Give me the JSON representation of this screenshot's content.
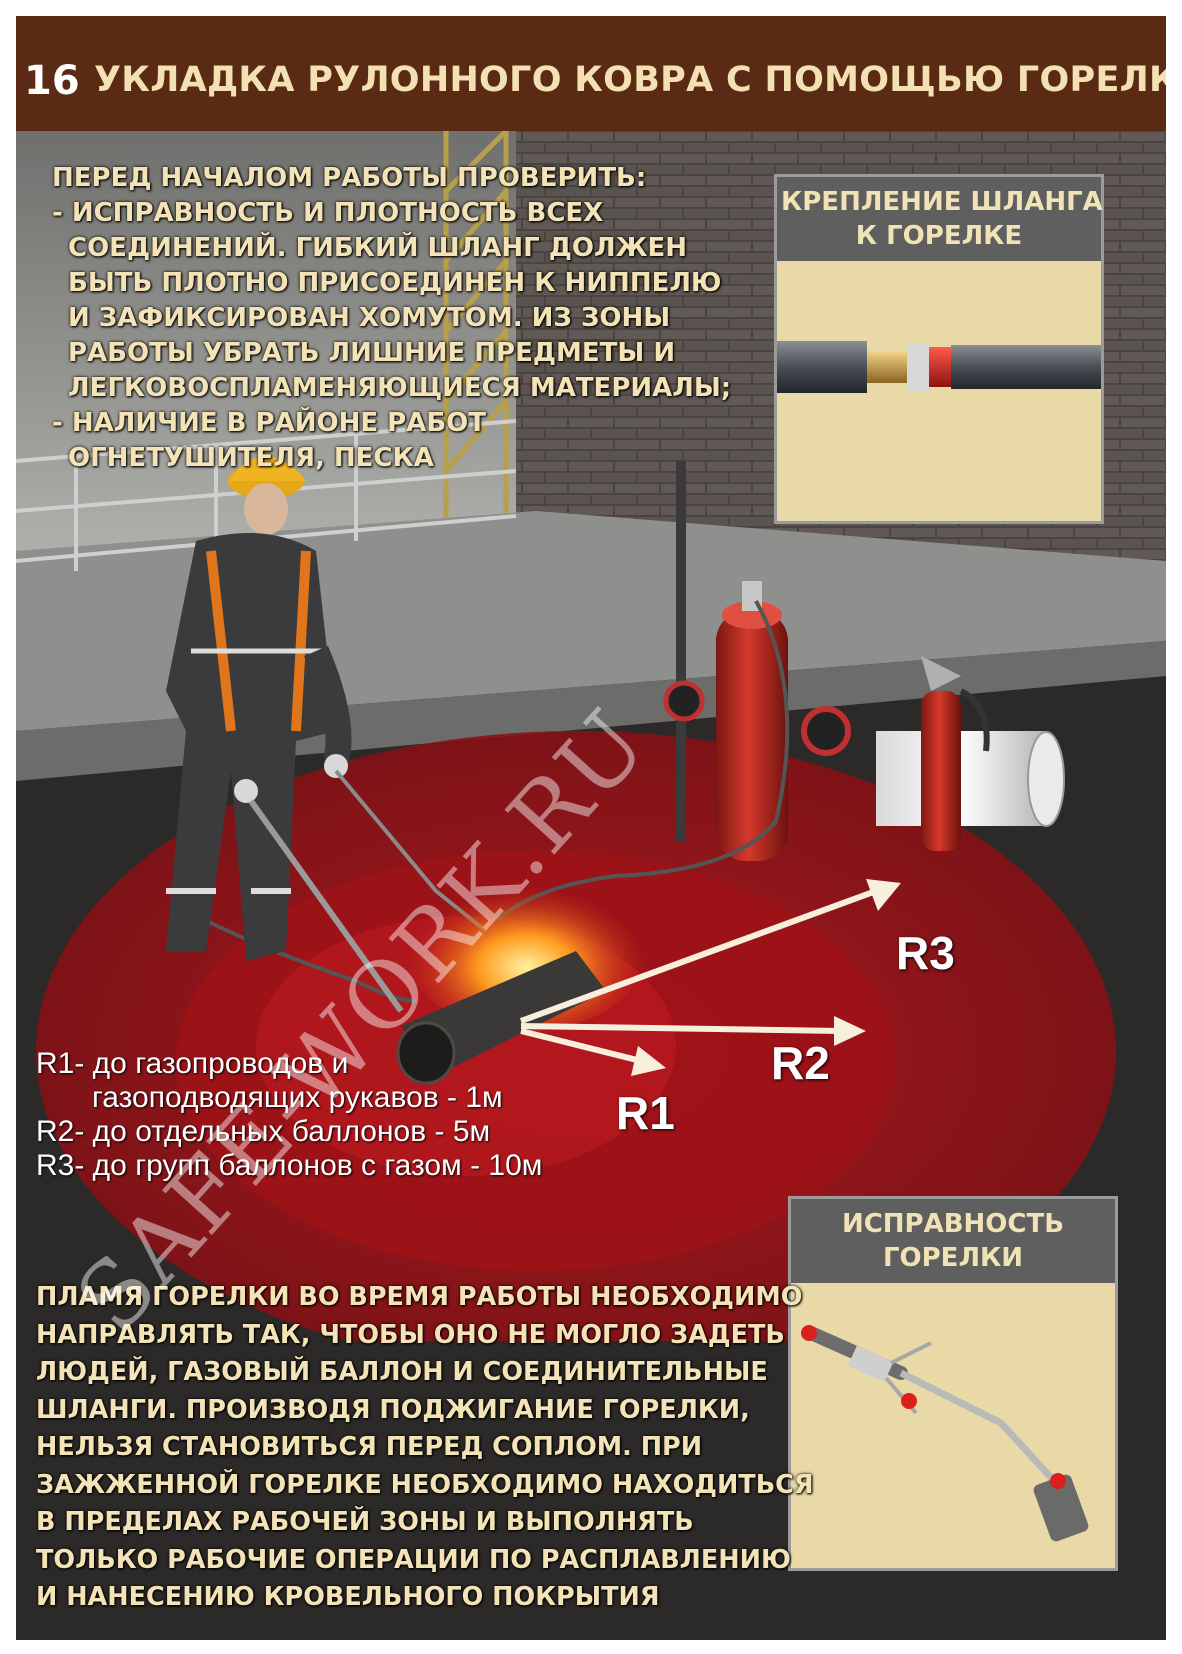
{
  "header": {
    "number": "16",
    "title": "УКЛАДКА РУЛОННОГО КОВРА С ПОМОЩЬЮ ГОРЕЛКИ"
  },
  "intro_lines": [
    "ПЕРЕД НАЧАЛОМ РАБОТЫ ПРОВЕРИТЬ:",
    "- ИСПРАВНОСТЬ И ПЛОТНОСТЬ ВСЕХ",
    "  СОЕДИНЕНИЙ. ГИБКИЙ ШЛАНГ ДОЛЖЕН",
    "  БЫТЬ ПЛОТНО ПРИСОЕДИНЕН К НИППЕЛЮ",
    "  И ЗАФИКСИРОВАН ХОМУТОМ. ИЗ ЗОНЫ",
    "  РАБОТЫ УБРАТЬ ЛИШНИЕ ПРЕДМЕТЫ И",
    "  ЛЕГКОВОСПЛАМЕНЯЮЩИЕСЯ МАТЕРИАЛЫ;",
    "- НАЛИЧИЕ В РАЙОНЕ РАБОТ",
    "  ОГНЕТУШИТЕЛЯ, ПЕСКА"
  ],
  "inset_hose": {
    "title_lines": [
      "КРЕПЛЕНИЕ ШЛАНГА",
      "К ГОРЕЛКЕ"
    ]
  },
  "inset_torch": {
    "title_lines": [
      "ИСПРАВНОСТЬ",
      "ГОРЕЛКИ"
    ]
  },
  "radius_labels": {
    "r1": "R1",
    "r2": "R2",
    "r3": "R3"
  },
  "ranges": [
    "R1- до газопроводов и",
    "      газоподводящих рукавов - 1м",
    "R2- до отдельных баллонов - 5м",
    "R3- до групп баллонов с газом - 10м"
  ],
  "bottom_lines": [
    "ПЛАМЯ ГОРЕЛКИ ВО ВРЕМЯ РАБОТЫ НЕОБХОДИМО",
    "НАПРАВЛЯТЬ ТАК, ЧТОБЫ ОНО НЕ МОГЛО ЗАДЕТЬ",
    "ЛЮДЕЙ, ГАЗОВЫЙ БАЛЛОН И СОЕДИНИТЕЛЬНЫЕ",
    "ШЛАНГИ. ПРОИЗВОДЯ ПОДЖИГАНИЕ ГОРЕЛКИ,",
    "НЕЛЬЗЯ СТАНОВИТЬСЯ ПЕРЕД СОПЛОМ. ПРИ",
    "ЗАЖЖЕННОЙ ГОРЕЛКЕ НЕОБХОДИМО НАХОДИТЬСЯ",
    "В ПРЕДЕЛАХ РАБОЧЕЙ ЗОНЫ И ВЫПОЛНЯТЬ",
    "ТОЛЬКО РАБОЧИЕ ОПЕРАЦИИ ПО РАСПЛАВЛЕНИЮ",
    "И НАНЕСЕНИЮ КРОВЕЛЬНОГО ПОКРЫТИЯ"
  ],
  "watermark": "SAFE-WORK.RU",
  "colors": {
    "header_bg": "#5a2a14",
    "title_text": "#f3e1b4",
    "inset_bg": "#e9d9a6",
    "danger_zone": "#b0141a"
  }
}
